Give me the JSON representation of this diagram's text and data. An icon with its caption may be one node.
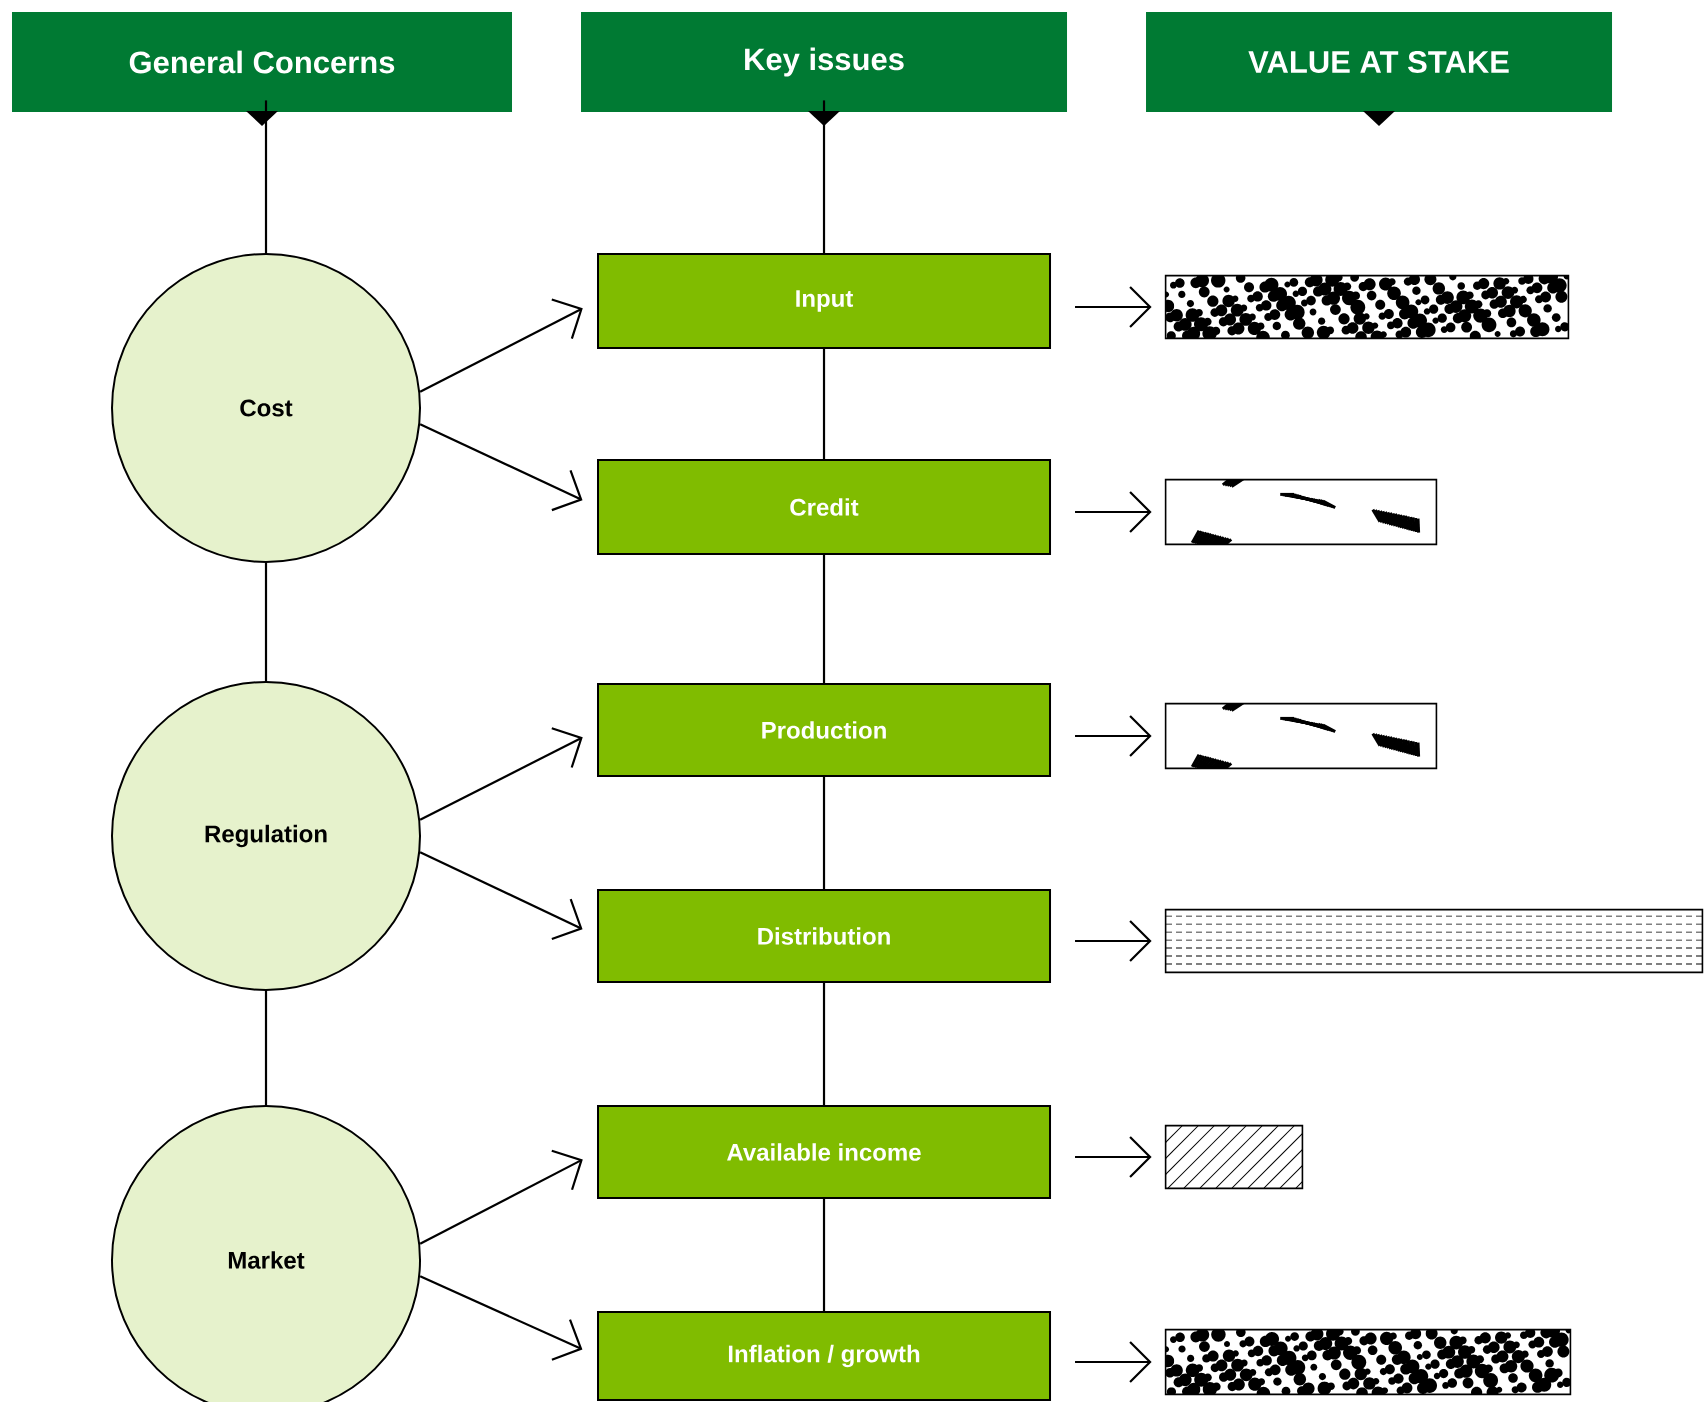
{
  "diagram": {
    "nodes": [
      {
        "text": [
          "General Concerns"
        ]
      },
      {
        "text": [
          "Key issues"
        ]
      },
      {
        "text": [
          "VALUE AT STAKE"
        ]
      },
      {
        "text": [
          "Cost"
        ]
      },
      {
        "text": [
          "Regulation"
        ]
      },
      {
        "text": [
          "Market"
        ]
      },
      {
        "text": [
          "Input"
        ]
      },
      {
        "text": [
          "Credit"
        ]
      },
      {
        "text": [
          "Production"
        ]
      },
      {
        "text": [
          "Distribution"
        ]
      },
      {
        "text": [
          "Available income"
        ]
      },
      {
        "text": [
          "Inflation / growth"
        ]
      },
      {
        "text": [],
        "shape": "bar"
      },
      {
        "text": [],
        "shape": "bar"
      },
      {
        "text": [],
        "shape": "bar"
      },
      {
        "text": [],
        "shape": "bar"
      },
      {
        "text": [],
        "shape": "bar"
      },
      {
        "text": [],
        "shape": "bar"
      }
    ],
    "edges": [
      {
        "from": 0,
        "to": 3,
        "arrow": "none"
      },
      {
        "from": 3,
        "to": 4,
        "arrow": "none"
      },
      {
        "from": 4,
        "to": 5,
        "arrow": "none"
      },
      {
        "from": 1,
        "to": 6,
        "arrow": "none"
      },
      {
        "from": 6,
        "to": 7,
        "arrow": "none"
      },
      {
        "from": 7,
        "to": 8,
        "arrow": "none"
      },
      {
        "from": 8,
        "to": 9,
        "arrow": "none"
      },
      {
        "from": 9,
        "to": 10,
        "arrow": "none"
      },
      {
        "from": 10,
        "to": 11,
        "arrow": "none"
      },
      {
        "from": 3,
        "to": 6,
        "arrow": "to"
      },
      {
        "from": 3,
        "to": 7,
        "arrow": "to"
      },
      {
        "from": 4,
        "to": 8,
        "arrow": "to"
      },
      {
        "from": 4,
        "to": 9,
        "arrow": "to"
      },
      {
        "from": 5,
        "to": 10,
        "arrow": "to"
      },
      {
        "from": 5,
        "to": 11,
        "arrow": "to"
      },
      {
        "from": 6,
        "to": 12,
        "arrow": "to"
      },
      {
        "from": 7,
        "to": 13,
        "arrow": "to"
      },
      {
        "from": 8,
        "to": 14,
        "arrow": "to"
      },
      {
        "from": 9,
        "to": 15,
        "arrow": "to"
      },
      {
        "from": 10,
        "to": 16,
        "arrow": "to"
      },
      {
        "from": 11,
        "to": 17,
        "arrow": "to"
      }
    ]
  }
}
